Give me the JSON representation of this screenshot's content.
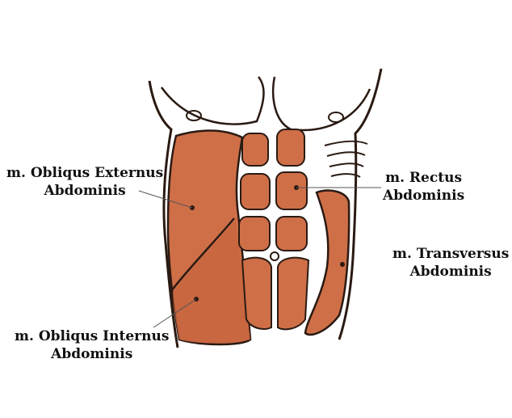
{
  "figure": {
    "colors": {
      "muscle": "#cf6f48",
      "muscle_dark": "#9c4526",
      "outline": "#2a1a12",
      "background": "#ffffff"
    }
  },
  "labels": {
    "obliquus_externus": {
      "line1": "m. Obliqus Externus",
      "line2": "Abdominis"
    },
    "obliquus_internus": {
      "line1": "m. Obliqus Internus",
      "line2": "Abdominis"
    },
    "rectus": {
      "line1": "m. Rectus",
      "line2": "Abdominis"
    },
    "transversus": {
      "line1": "m. Transversus",
      "line2": "Abdominis"
    }
  }
}
